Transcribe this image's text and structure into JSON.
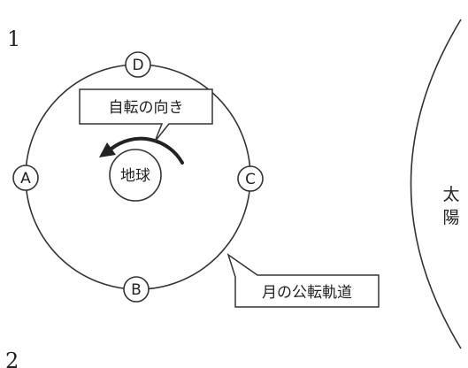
{
  "problem_numbers": {
    "first": "1",
    "second": "2"
  },
  "labels": {
    "rotation_direction": "自転の向き",
    "earth": "地球",
    "moon_orbit": "月の公転軌道",
    "sun_char_1": "太",
    "sun_char_2": "陽"
  },
  "positions": {
    "top": "D",
    "left": "A",
    "right": "C",
    "bottom": "B"
  }
}
